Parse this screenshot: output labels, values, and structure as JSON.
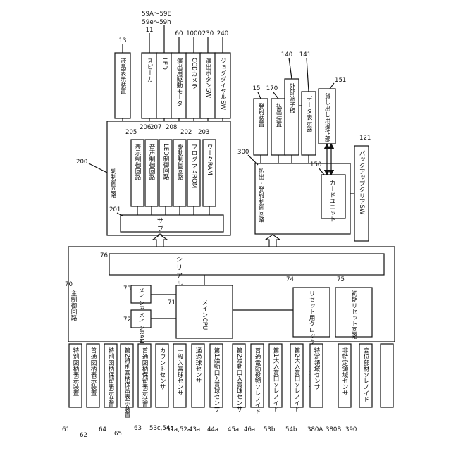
{
  "effect_board": {
    "ref": "200",
    "title": "副制御回路",
    "sub_cpu": {
      "ref": "201",
      "label": "サブCPU"
    },
    "circuits": [
      {
        "ref": "205",
        "label": "表示制御回路"
      },
      {
        "ref": "206",
        "label": "音声制御回路"
      },
      {
        "ref": "207",
        "label": "LED制御回路"
      },
      {
        "ref": "208",
        "label": "駆動制御回路"
      },
      {
        "ref": "202",
        "label": "プログラムROM"
      },
      {
        "ref": "203",
        "label": "ワークRAM"
      }
    ]
  },
  "devices_top": [
    {
      "ref": "13",
      "label": "液晶表示装置"
    },
    {
      "ref": "11",
      "label": "スピーカ"
    },
    {
      "ref": "59A～59E",
      "ref2": "59e～59h",
      "label": "LED"
    },
    {
      "ref": "60",
      "label": "演出用駆動モータ"
    },
    {
      "ref": "1000",
      "label": "CCDカメラ"
    },
    {
      "ref": "230",
      "label": "演出ボタンSW"
    },
    {
      "ref": "240",
      "label": "ジョグダイヤルSW"
    }
  ],
  "devices_payout": [
    {
      "ref": "15",
      "label": "発射装置"
    },
    {
      "ref": "170",
      "label": "払出装置"
    },
    {
      "ref": "140",
      "label": "外部端子板"
    },
    {
      "ref": "141",
      "label": "データ表示器"
    },
    {
      "ref": "151",
      "label": "貸し出し用操作部"
    }
  ],
  "payout_board": {
    "ref": "300",
    "title": "払出・発射制御回路",
    "card_unit": {
      "ref": "150",
      "label": "カードユニット"
    },
    "backup_switch": {
      "ref": "121",
      "label": "バックアップクリアSW"
    }
  },
  "main_board": {
    "ref": "70",
    "title": "主制御回路",
    "serial_ic": {
      "ref": "76",
      "label": "シリアル通信用IC"
    },
    "rom": {
      "ref": "72",
      "label": "メインROM"
    },
    "ram": {
      "ref": "73",
      "label": "メインRAM"
    },
    "cpu": {
      "ref": "71",
      "label": "メインCPU"
    },
    "reset_clock": {
      "ref": "74",
      "label": "リセット用クロックパルス発生回路"
    },
    "initial_reset": {
      "ref": "75",
      "label": "初期リセット回路"
    }
  },
  "devices_bottom": [
    {
      "ref": "61",
      "label": "特別図柄表示装置"
    },
    {
      "ref": "62",
      "label": "普通図柄表示装置"
    },
    {
      "ref": "64",
      "label": "特別図柄保留表示装置"
    },
    {
      "ref": "65",
      "label": "第2特別図柄保留表示装置"
    },
    {
      "ref": "63",
      "label": "普通図柄保留表示装置"
    },
    {
      "ref": "53c,54c",
      "label": "カウントセンサ"
    },
    {
      "ref": "51a,52a",
      "label": "一般入賞球センサ"
    },
    {
      "ref": "43a",
      "label": "通過球センサ"
    },
    {
      "ref": "44a",
      "label": "第1始動口入賞球センサ"
    },
    {
      "ref": "45a",
      "label": "第2始動口入賞球センサ"
    },
    {
      "ref": "46a",
      "label": "普通電動役物ソレノイド"
    },
    {
      "ref": "53b",
      "label": "第1大入賞口ソレノイド"
    },
    {
      "ref": "54b",
      "label": "第2大入賞口ソレノイド"
    },
    {
      "ref": "380A",
      "label": "特定領域センサ"
    },
    {
      "ref": "380B",
      "label": "非特定領域センサ"
    },
    {
      "ref": "390",
      "label": "変位部材ソレノイド"
    },
    {
      "ref": "",
      "label": ""
    }
  ]
}
